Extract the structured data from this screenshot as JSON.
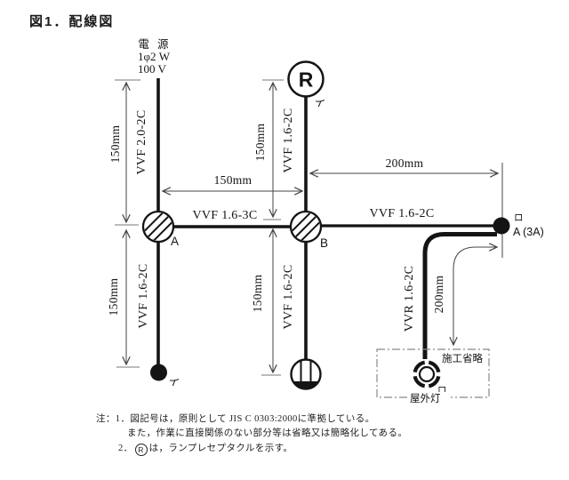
{
  "title": "図1．配線図",
  "power_source": {
    "label": "電 源",
    "system": "1φ2 W",
    "voltage": "100 V"
  },
  "cables": {
    "source_drop": "VVF 2.0-2C",
    "a_to_b": "VVF 1.6-3C",
    "a_drop": "VVF 1.6-2C",
    "r_drop": "VVF 1.6-2C",
    "b_drop": "VVF 1.6-2C",
    "b_to_switch": "VVF 1.6-2C",
    "switch_to_light": "VVR 1.6-2C"
  },
  "dimensions": {
    "source_to_a": "150mm",
    "a_to_lamp": "150mm",
    "r_to_b": "150mm",
    "b_to_ceiling": "150mm",
    "a_to_b": "150mm",
    "b_to_switch": "200mm",
    "switch_to_box": "200mm"
  },
  "junctions": {
    "a": "A",
    "b": "B"
  },
  "devices": {
    "receptacle": {
      "symbol": "R",
      "circuit": "イ"
    },
    "lamp_outlet": {
      "circuit": "イ"
    },
    "auto_switch": {
      "label": "A (3A)",
      "circuit": "ロ"
    },
    "outdoor_light": {
      "label": "屋外灯",
      "circuit": "ロ"
    },
    "omission": "施工省略"
  },
  "notes": {
    "line1": "注：1．図記号は，原則として JIS C 0303:2000に準拠している。",
    "line2": "また，作業に直接関係のない部分等は省略又は簡略化してある。",
    "line3_prefix": "2．",
    "line3_symbol": "R",
    "line3_text": "は，ランプレセプタクルを示す。"
  }
}
